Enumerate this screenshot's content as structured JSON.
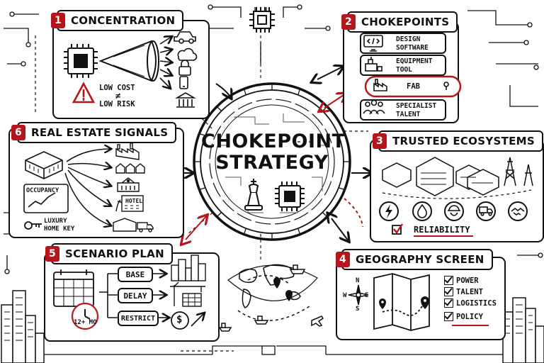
{
  "center": {
    "line1": "CHOKEPOINT",
    "line2": "STRATEGY"
  },
  "sections": {
    "concentration": {
      "number": "1",
      "title": "CONCENTRATION",
      "equation": {
        "top": "LOW COST",
        "symbol": "≠",
        "bottom": "LOW RISK"
      }
    },
    "chokepoints": {
      "number": "2",
      "title": "CHOKEPOINTS",
      "items": [
        "DESIGN SOFTWARE",
        "EQUIPMENT TOOL",
        "FAB",
        "SPECIALIST TALENT"
      ]
    },
    "trusted": {
      "number": "3",
      "title": "TRUSTED ECOSYSTEMS",
      "check_label": "RELIABILITY"
    },
    "geography": {
      "number": "4",
      "title": "GEOGRAPHY SCREEN",
      "compass": {
        "n": "N",
        "e": "E",
        "s": "S",
        "w": "W"
      },
      "checklist": [
        "POWER",
        "TALENT",
        "LOGISTICS",
        "POLICY"
      ]
    },
    "scenario": {
      "number": "5",
      "title": "SCENARIO PLAN",
      "options": [
        "BASE",
        "DELAY",
        "RESTRICT"
      ],
      "clock_label": "12+ MO"
    },
    "real_estate": {
      "number": "6",
      "title": "REAL ESTATE SIGNALS",
      "occupancy_label": "OCCUPANCY",
      "key_label_1": "LUXURY",
      "key_label_2": "HOME KEY",
      "hotel_label": "HOTEL"
    }
  },
  "colors": {
    "ink": "#111111",
    "accent": "#b5161c"
  }
}
